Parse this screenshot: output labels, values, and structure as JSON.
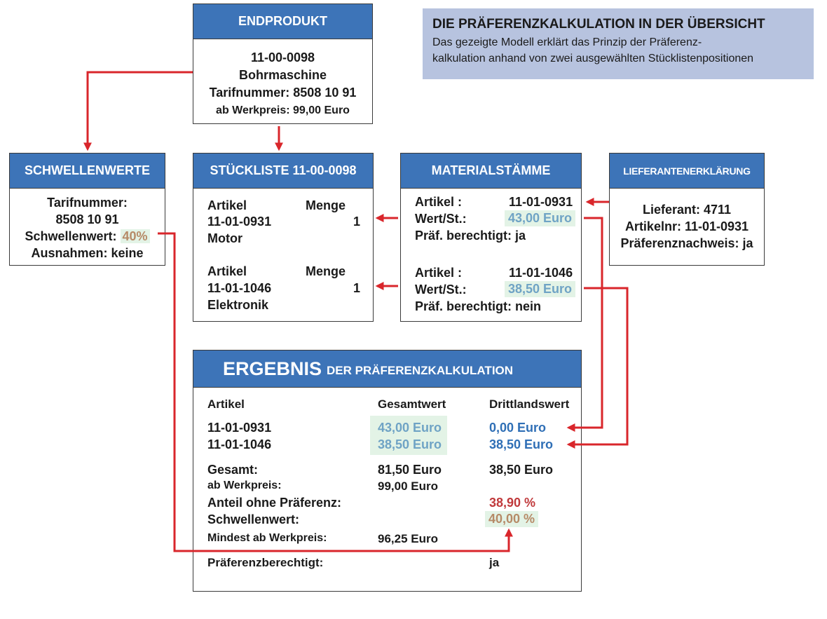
{
  "info": {
    "title": "DIE PRÄFERENZKALKULATION IN DER ÜBERSICHT",
    "line1": "Das gezeigte Modell erklärt das Prinzip der Präferenz-",
    "line2": "kalkulation anhand von zwei ausgewählten Stücklistenpositionen"
  },
  "endprodukt": {
    "header": "ENDPRODUKT",
    "number": "11-00-0098",
    "name": "Bohrmaschine",
    "tarif": "Tarifnummer: 8508 10 91",
    "price": "ab Werkpreis: 99,00 Euro"
  },
  "schwellenwerte": {
    "header": "SCHWELLENWERTE",
    "line1": "Tarifnummer:",
    "line2": "8508 10 91",
    "line3_label": "Schwellenwert:",
    "line3_value": "40%",
    "line4": "Ausnahmen: keine"
  },
  "stueckliste": {
    "header": "STÜCKLISTE 11-00-0098",
    "items": [
      {
        "artikel_label": "Artikel",
        "menge_label": "Menge",
        "number": "11-01-0931",
        "qty": "1",
        "name": "Motor"
      },
      {
        "artikel_label": "Artikel",
        "menge_label": "Menge",
        "number": "11-01-1046",
        "qty": "1",
        "name": "Elektronik"
      }
    ]
  },
  "material": {
    "header": "MATERIALSTÄMME",
    "items": [
      {
        "artikel_label": "Artikel :",
        "number": "11-01-0931",
        "wert_label": "Wert/St.:",
        "wert": "43,00 Euro",
        "praef": "Präf. berechtigt: ja"
      },
      {
        "artikel_label": "Artikel :",
        "number": "11-01-1046",
        "wert_label": "Wert/St.:",
        "wert": "38,50 Euro",
        "praef": "Präf. berechtigt: nein"
      }
    ]
  },
  "lieferant": {
    "header": "LIEFERANTENERKLÄRUNG",
    "line1": "Lieferant: 4711",
    "line2": "Artikelnr: 11-01-0931",
    "line3": "Präferenznachweis: ja"
  },
  "ergebnis": {
    "header_big": "ERGEBNIS",
    "header_small": "DER PRÄFERENZKALKULATION",
    "col_artikel": "Artikel",
    "col_gesamt": "Gesamtwert",
    "col_dritt": "Drittlandswert",
    "rows": [
      {
        "artikel": "11-01-0931",
        "gesamt": "43,00 Euro",
        "dritt": "0,00 Euro"
      },
      {
        "artikel": "11-01-1046",
        "gesamt": "38,50 Euro",
        "dritt": "38,50 Euro"
      }
    ],
    "gesamt_label": "Gesamt:",
    "gesamt_value": "81,50 Euro",
    "gesamt_dritt": "38,50 Euro",
    "werkpreis_label": "ab Werkpreis:",
    "werkpreis_value": "99,00 Euro",
    "anteil_label": "Anteil ohne Präferenz:",
    "anteil_value": "38,90 %",
    "schwellen_label": "Schwellenwert:",
    "schwellen_value": "40,00 %",
    "mindest_label": "Mindest ab Werkpreis:",
    "mindest_value": "96,25 Euro",
    "berechtigt_label": "Präferenzberechtigt:",
    "berechtigt_value": "ja"
  },
  "colors": {
    "header_blue": "#3d74b8",
    "arrow_red": "#d9262b",
    "highlight_green": "#e3f3e6",
    "info_bg": "#b7c3df"
  }
}
